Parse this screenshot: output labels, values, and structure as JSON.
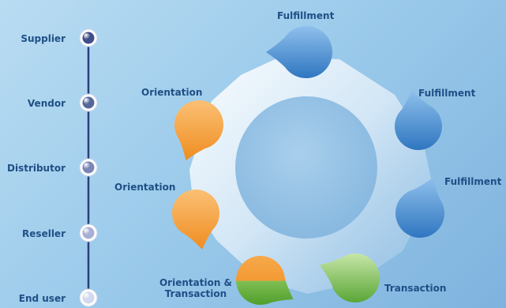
{
  "timeline": {
    "items": [
      {
        "label": "Supplier",
        "shade": "#3f4f8a"
      },
      {
        "label": "Vendor",
        "shade": "#57679c"
      },
      {
        "label": "Distributor",
        "shade": "#7c86b5"
      },
      {
        "label": "Reseller",
        "shade": "#a7afd4"
      },
      {
        "label": "End user",
        "shade": "#d2d8ee"
      }
    ],
    "line_color": "#2a3f7a"
  },
  "cycle": {
    "colors": {
      "blue": "#3f86c9",
      "orange": "#f2972c",
      "green": "#6fb544"
    },
    "segments": [
      {
        "label": "Fulfillment",
        "color": "blue"
      },
      {
        "label": "Fulfillment",
        "color": "blue"
      },
      {
        "label": "Fulfillment",
        "color": "blue"
      },
      {
        "label": "Transaction",
        "color": "green"
      },
      {
        "label_lines": [
          "Orientation &",
          "Transaction"
        ],
        "color": "orange-green"
      },
      {
        "label": "Orientation",
        "color": "orange"
      },
      {
        "label": "Orientation",
        "color": "orange"
      }
    ]
  }
}
